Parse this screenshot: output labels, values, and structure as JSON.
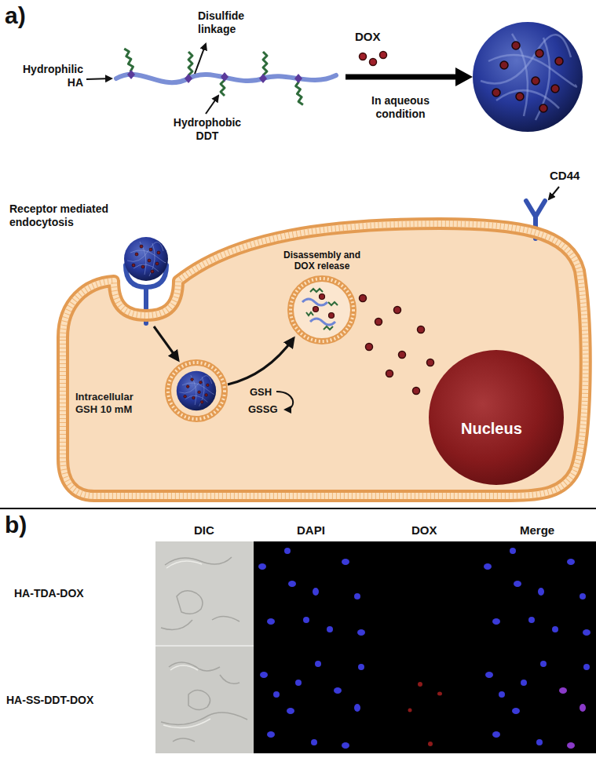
{
  "diagram": {
    "nodes": [
      {
        "text": [
          "Intracellular GSH 10 mM"
        ]
      },
      {
        "text": [
          "Nucleus"
        ],
        "in": 0
      }
    ],
    "labels": [
      "a)",
      "Disulfide linkage",
      "Hydrophilic HA",
      "DOX",
      "Hydrophobic DDT",
      "In aqueous condition",
      "CD44",
      "Receptor mediated endocytosis",
      "Disassembly and DOX release",
      "GSH",
      "GSSG",
      "b)",
      "DIC",
      "DAPI",
      "DOX",
      "Merge",
      "HA-TDA-DOX",
      "HA-SS-DDT-DOX"
    ]
  }
}
